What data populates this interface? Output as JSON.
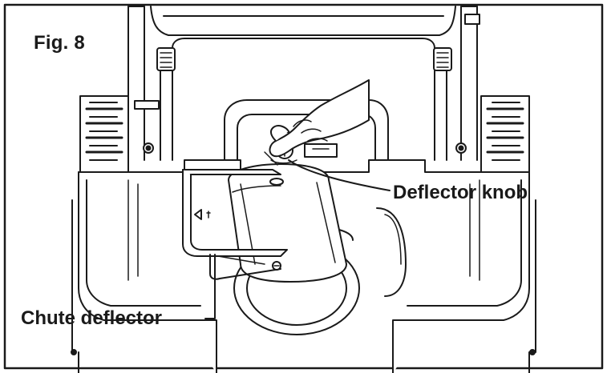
{
  "figure": {
    "label": "Fig. 8"
  },
  "callouts": {
    "deflector_knob": "Deflector knob",
    "chute_deflector": "Chute deflector"
  },
  "colors": {
    "line": "#1a1a1a",
    "fill": "#ffffff",
    "shade": "#2b2b2b"
  }
}
